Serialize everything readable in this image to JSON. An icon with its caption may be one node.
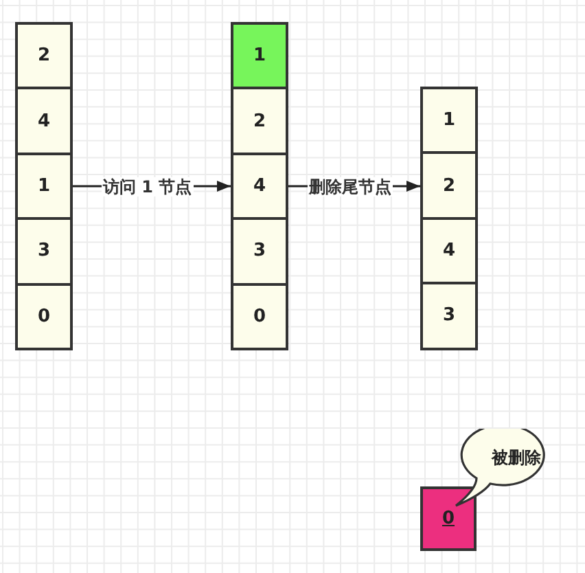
{
  "diagram": {
    "nodes": [
      {
        "text": [
          "2"
        ]
      },
      {
        "text": [
          "4"
        ]
      },
      {
        "text": [
          "1"
        ]
      },
      {
        "text": [
          "3"
        ]
      },
      {
        "text": [
          "0"
        ]
      },
      {
        "text": [
          "1"
        ]
      },
      {
        "text": [
          "2"
        ]
      },
      {
        "text": [
          "4"
        ]
      },
      {
        "text": [
          "3"
        ]
      },
      {
        "text": [
          "0"
        ]
      },
      {
        "text": [
          "1"
        ]
      },
      {
        "text": [
          "2"
        ]
      },
      {
        "text": [
          "4"
        ]
      },
      {
        "text": [
          "3"
        ]
      },
      {
        "text": [
          "0"
        ]
      },
      {
        "text": [
          "被删除"
        ]
      }
    ],
    "edges": [
      {
        "from": 2,
        "to": 7,
        "arrow": "to",
        "label": "访问 1 节点"
      },
      {
        "from": 7,
        "to": 11,
        "arrow": "to",
        "label": "删除尾节点"
      }
    ]
  }
}
